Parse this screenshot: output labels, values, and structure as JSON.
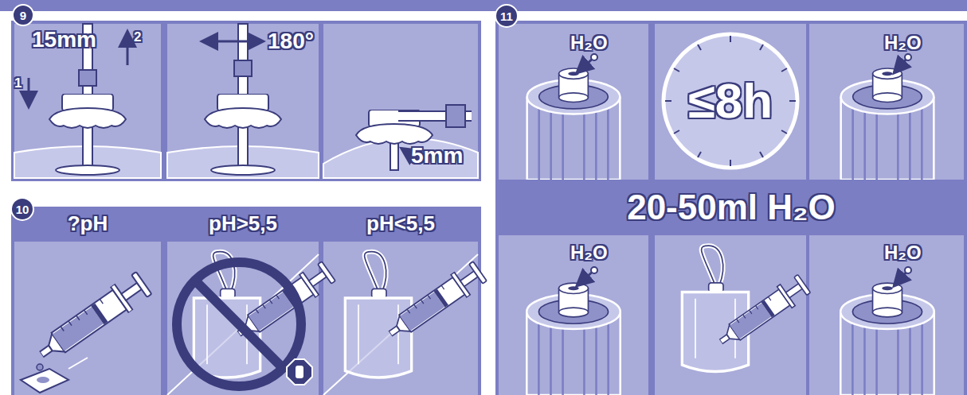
{
  "diagram": {
    "nodes": [
      {
        "text": [
          "?pH"
        ]
      },
      {
        "text": [
          "pH>5,5"
        ]
      },
      {
        "text": [
          "pH<5,5"
        ]
      },
      {
        "text": [
          "≤8h"
        ]
      },
      {
        "text": [
          "20-50ml H₂O"
        ]
      }
    ],
    "labels": [
      "9",
      "15mm",
      "1",
      "2",
      "180°",
      "5mm",
      "10",
      "11",
      "H₂O",
      "H₂O",
      "H₂O",
      "H₂O"
    ]
  }
}
